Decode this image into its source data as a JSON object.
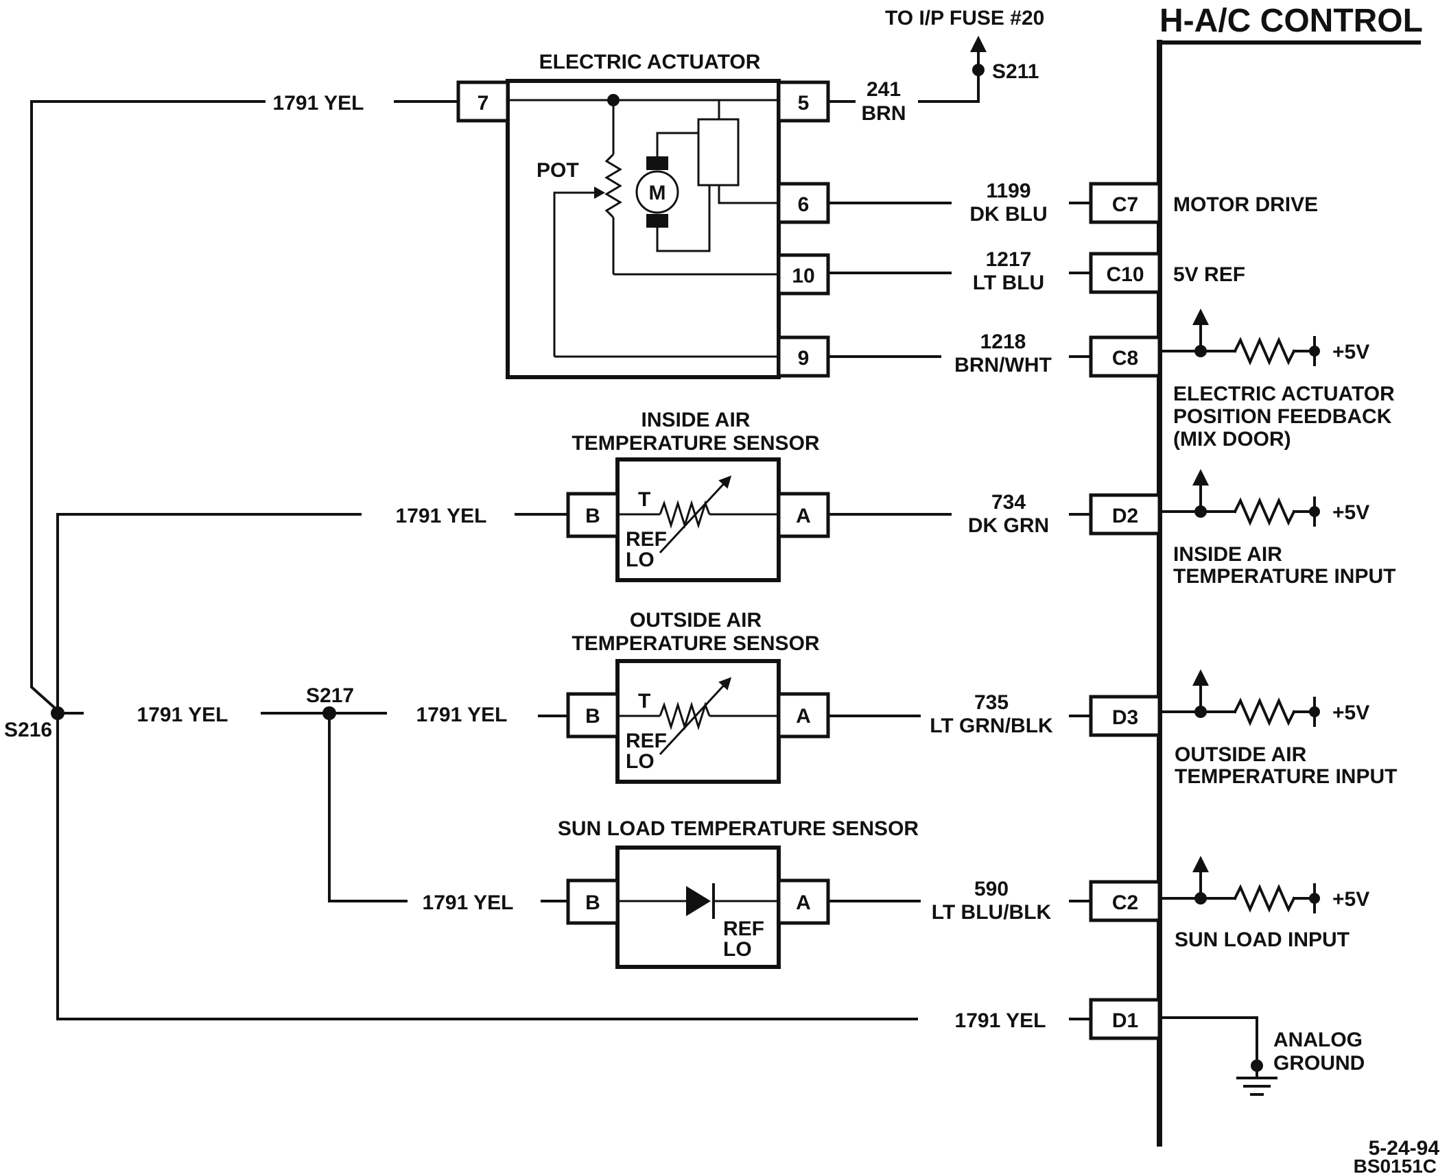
{
  "title": "H-A/C CONTROL",
  "fuse_label": "TO I/P FUSE #20",
  "splices": {
    "s211": "S211",
    "s216": "S216",
    "s217": "S217"
  },
  "actuator": {
    "title": "ELECTRIC ACTUATOR",
    "pot_label": "POT",
    "motor_label": "M",
    "pins": {
      "p7": "7",
      "p5": "5",
      "p6": "6",
      "p10": "10",
      "p9": "9"
    }
  },
  "wires": {
    "yel_top": "1791 YEL",
    "brn_num": "241",
    "brn_color": "BRN",
    "dkblu_num": "1199",
    "dkblu_color": "DK BLU",
    "ltblu_num": "1217",
    "ltblu_color": "LT BLU",
    "brnwht_num": "1218",
    "brnwht_color": "BRN/WHT",
    "yel_inside": "1791 YEL",
    "dkgrn_num": "734",
    "dkgrn_color": "DK GRN",
    "yel_s216": "1791 YEL",
    "yel_outside": "1791 YEL",
    "ltgrnblk_num": "735",
    "ltgrnblk_color": "LT GRN/BLK",
    "yel_sun": "1791 YEL",
    "ltblublk_num": "590",
    "ltblublk_color": "LT BLU/BLK",
    "yel_ground": "1791 YEL"
  },
  "inside_sensor": {
    "title_line1": "INSIDE AIR",
    "title_line2": "TEMPERATURE SENSOR",
    "t": "T",
    "ref": "REF",
    "lo": "LO",
    "pin_b": "B",
    "pin_a": "A"
  },
  "outside_sensor": {
    "title_line1": "OUTSIDE AIR",
    "title_line2": "TEMPERATURE SENSOR",
    "t": "T",
    "ref": "REF",
    "lo": "LO",
    "pin_b": "B",
    "pin_a": "A"
  },
  "sun_sensor": {
    "title": "SUN LOAD TEMPERATURE SENSOR",
    "ref": "REF",
    "lo": "LO",
    "pin_b": "B",
    "pin_a": "A"
  },
  "control": {
    "terminals": {
      "c7": "C7",
      "c10": "C10",
      "c8": "C8",
      "d2": "D2",
      "d3": "D3",
      "c2": "C2",
      "d1": "D1"
    },
    "motor_drive": "MOTOR DRIVE",
    "vref": "5V REF",
    "feedback_line1": "ELECTRIC ACTUATOR",
    "feedback_line2": "POSITION FEEDBACK",
    "feedback_line3": "(MIX DOOR)",
    "inside_line1": "INSIDE AIR",
    "inside_line2": "TEMPERATURE INPUT",
    "outside_line1": "OUTSIDE AIR",
    "outside_line2": "TEMPERATURE INPUT",
    "sun_input": "SUN LOAD INPUT",
    "plus5v": "+5V",
    "ground_line1": "ANALOG",
    "ground_line2": "GROUND"
  },
  "footer": {
    "date": "5-24-94",
    "code": "BS0151C"
  }
}
